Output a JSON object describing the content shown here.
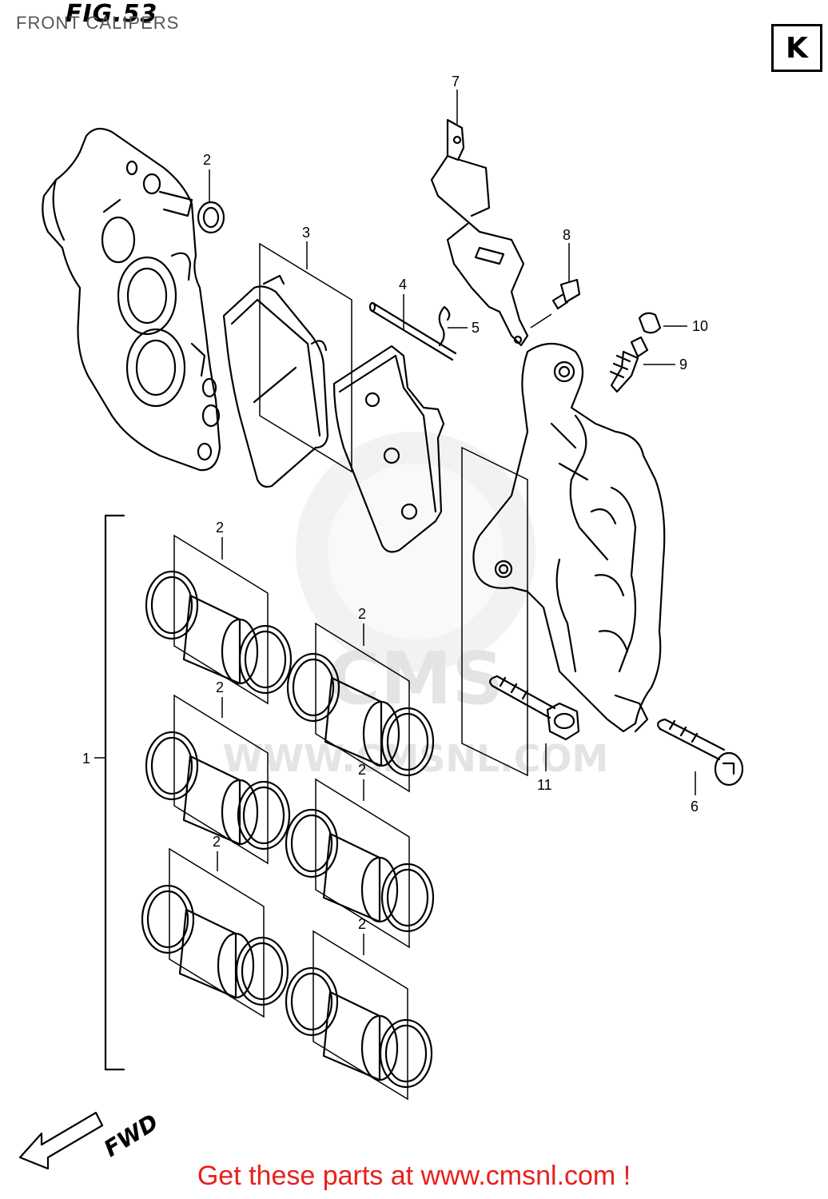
{
  "header": {
    "fig_label": "FIG.53",
    "page_title": "FRONT CALIPERS",
    "section_letter": "K"
  },
  "direction": {
    "label": "FWD"
  },
  "watermark": {
    "logo_text": "CMS",
    "site_text": "WWW.CMSNL.COM"
  },
  "callouts": [
    {
      "id": "c-1",
      "number": "1"
    },
    {
      "id": "c-2a",
      "number": "2"
    },
    {
      "id": "c-2b",
      "number": "2"
    },
    {
      "id": "c-2c",
      "number": "2"
    },
    {
      "id": "c-2d",
      "number": "2"
    },
    {
      "id": "c-2e",
      "number": "2"
    },
    {
      "id": "c-2f",
      "number": "2"
    },
    {
      "id": "c-2g",
      "number": "2"
    },
    {
      "id": "c-3",
      "number": "3"
    },
    {
      "id": "c-4",
      "number": "4"
    },
    {
      "id": "c-5",
      "number": "5"
    },
    {
      "id": "c-6",
      "number": "6"
    },
    {
      "id": "c-7",
      "number": "7"
    },
    {
      "id": "c-8",
      "number": "8"
    },
    {
      "id": "c-9",
      "number": "9"
    },
    {
      "id": "c-10",
      "number": "10"
    },
    {
      "id": "c-11",
      "number": "11"
    }
  ],
  "footer": {
    "banner": "Get these parts at www.cmsnl.com !"
  },
  "colors": {
    "banner": "#e8201c",
    "line": "#000000",
    "watermark": "#e9e9e9"
  }
}
